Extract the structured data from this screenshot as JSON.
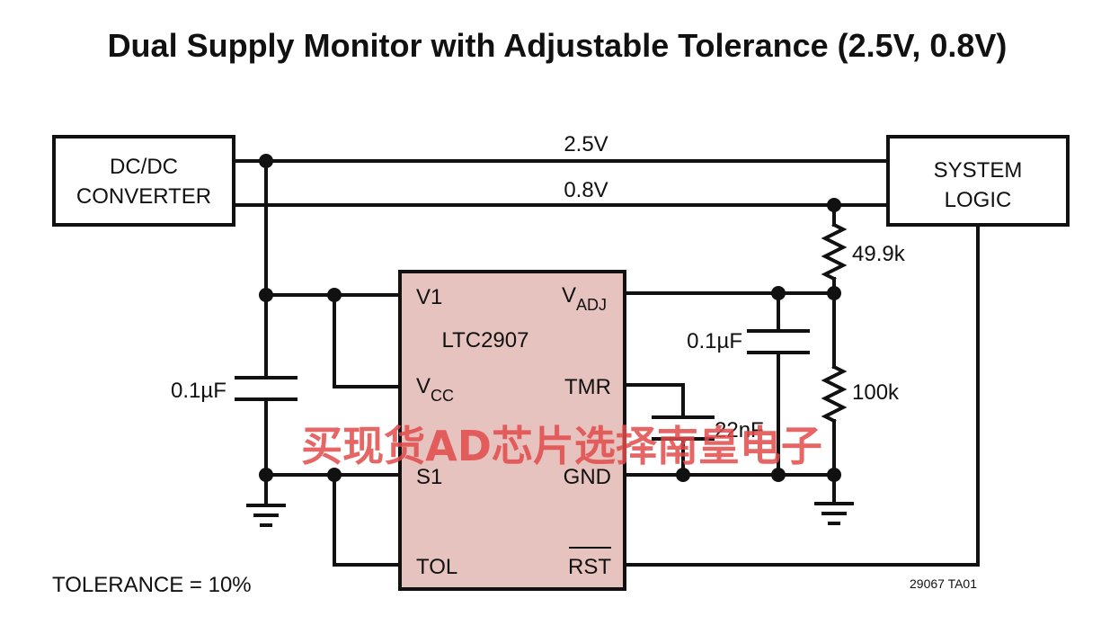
{
  "title": "Dual Supply Monitor with Adjustable Tolerance (2.5V, 0.8V)",
  "blocks": {
    "dcdc_line1": "DC/DC",
    "dcdc_line2": "CONVERTER",
    "system_line1": "SYSTEM",
    "system_line2": "LOGIC"
  },
  "rails": {
    "rail_top": "2.5V",
    "rail_bottom": "0.8V"
  },
  "chip": {
    "name": "LTC2907",
    "color": "#e6c3be",
    "pins": {
      "v1": "V1",
      "vcc_main": "V",
      "vcc_sub": "CC",
      "s1": "S1",
      "tol": "TOL",
      "vadj_main": "V",
      "vadj_sub": "ADJ",
      "tmr": "TMR",
      "gnd": "GND",
      "rst": "RST"
    }
  },
  "components": {
    "cap_left": "0.1µF",
    "cap_right": "0.1µF",
    "cap_tmr": "22nF",
    "res_top": "49.9k",
    "res_bottom": "100k"
  },
  "notes": {
    "tolerance": "TOLERANCE = 10%",
    "figure_id": "29067 TA01"
  },
  "watermark": "买现货AD芯片选择南皇电子"
}
